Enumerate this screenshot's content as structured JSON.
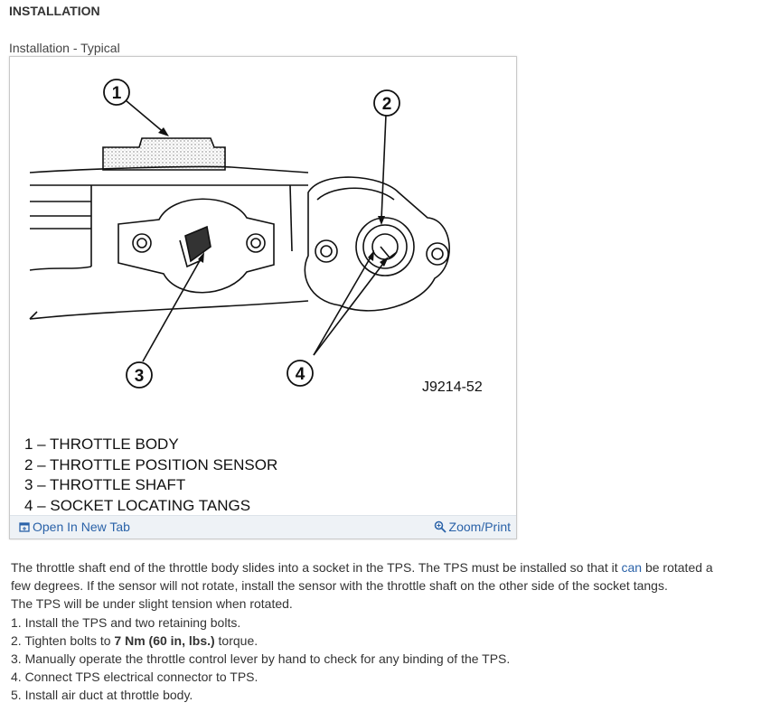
{
  "section": {
    "heading": "INSTALLATION"
  },
  "figure": {
    "caption": "Installation - Typical",
    "callouts": [
      "1",
      "2",
      "3",
      "4"
    ],
    "figure_id": "J9214-52",
    "legend": [
      "1 – THROTTLE BODY",
      "2 – THROTTLE POSITION SENSOR",
      "3 – THROTTLE SHAFT",
      "4 – SOCKET LOCATING TANGS"
    ],
    "toolbar": {
      "open_label": "Open In New Tab",
      "zoom_label": "Zoom/Print"
    }
  },
  "body": {
    "intro_part1": "The throttle shaft end of the throttle body slides into a socket in the TPS. The TPS must be installed so that it ",
    "intro_link": "can",
    "intro_part2": " be rotated a few degrees. If the sensor will not rotate, install the sensor with the throttle shaft on the other side of the socket tangs.",
    "tension_note": "The TPS will be under slight tension when rotated.",
    "step1": "1. Install the TPS and two retaining bolts.",
    "step2_prefix": "2. Tighten bolts to ",
    "step2_torque": "7 Nm (60 in, lbs.)",
    "step2_suffix": " torque.",
    "step3": "3. Manually operate the throttle control lever by hand to check for any binding of the TPS.",
    "step4": "4. Connect TPS electrical connector to TPS.",
    "step5": "5. Install air duct at throttle body."
  }
}
